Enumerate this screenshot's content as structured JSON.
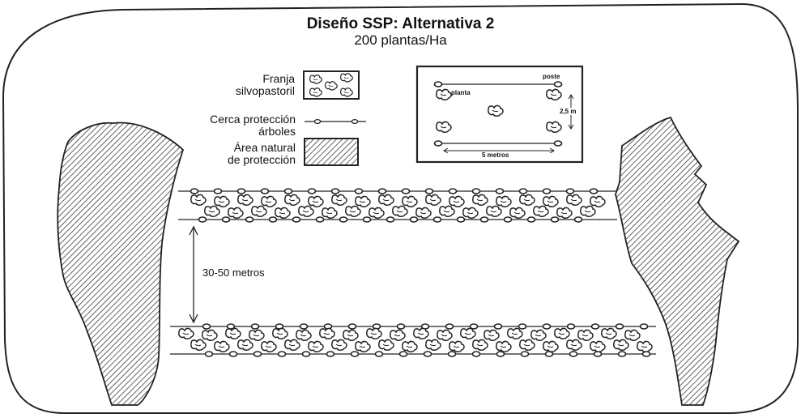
{
  "title": "Diseño SSP: Alternativa 2",
  "subtitle": "200 plantas/Ha",
  "legend": {
    "strip": "Franja\nsilvopastoril",
    "fence": "Cerca protección\nárboles",
    "natural": "Área natural\nde protección"
  },
  "inset": {
    "poste": "poste",
    "planta": "planta",
    "width": "2,5 m",
    "length": "5 metros"
  },
  "spacing_label": "30-50 metros"
}
